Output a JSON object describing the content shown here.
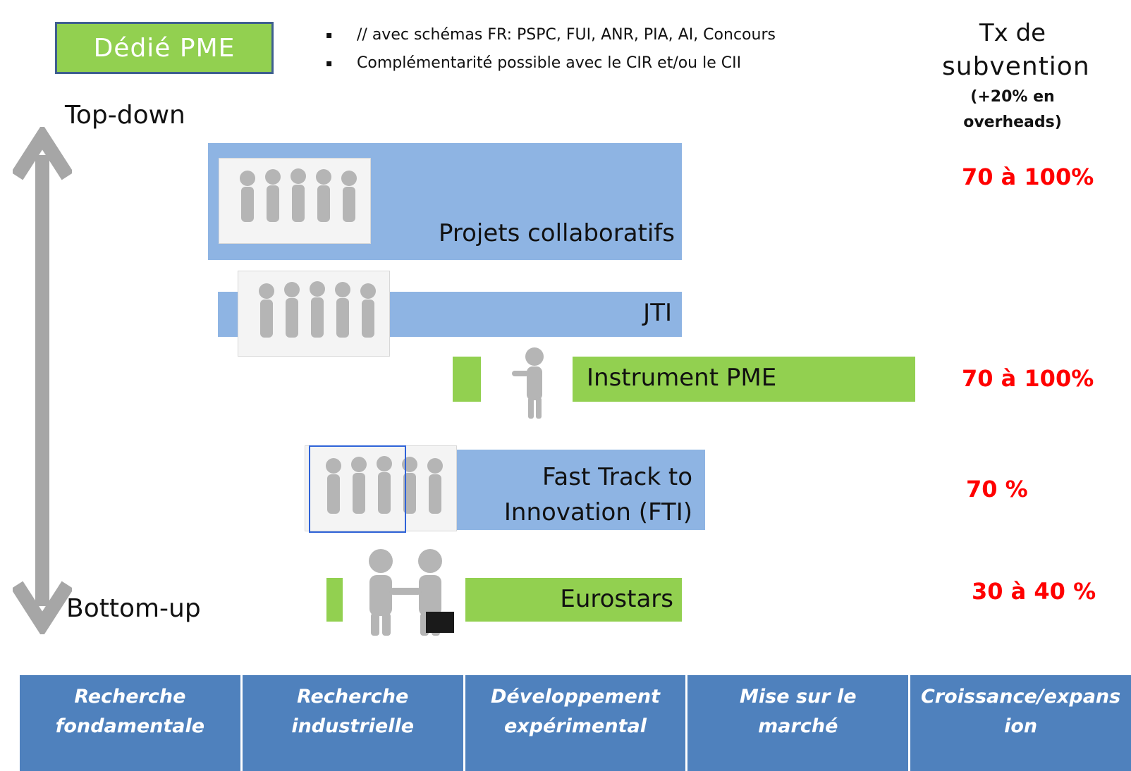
{
  "legend": {
    "label": "Dédié PME",
    "color": "#92d050"
  },
  "notes": [
    "// avec schémas FR: PSPC, FUI, ANR, PIA, AI, Concours",
    "Complémentarité  possible avec  le CIR et/ou  le CII"
  ],
  "rate_header": {
    "line1": "Tx de",
    "line2": "subvention",
    "sub1": "(+20% en",
    "sub2": "overheads)"
  },
  "axis": {
    "top_label": "Top-down",
    "bottom_label": "Bottom-up"
  },
  "instruments": [
    {
      "label": "Projets collaboratifs",
      "color": "#8eb4e3",
      "rate": "70 à 100%",
      "icon": "team-group-icon"
    },
    {
      "label": "JTI",
      "color": "#8eb4e3",
      "rate": "",
      "icon": "team-group-icon"
    },
    {
      "label": "Instrument PME",
      "color": "#92d050",
      "rate": "70 à 100%",
      "icon": "single-person-thumbs-up-icon"
    },
    {
      "label_line1": "Fast Track to",
      "label_line2": "Innovation (FTI)",
      "color": "#8eb4e3",
      "rate": "70 %",
      "icon": "team-group-icon"
    },
    {
      "label": "Eurostars",
      "color": "#92d050",
      "rate": "30 à 40 %",
      "icon": "handshake-icon"
    }
  ],
  "phases": [
    {
      "line1": "Recherche",
      "line2": "fondamentale"
    },
    {
      "line1": "Recherche",
      "line2": "industrielle"
    },
    {
      "line1": "Développement",
      "line2": "expérimental"
    },
    {
      "line1": "Mise sur le",
      "line2": "marché"
    },
    {
      "line1": "Croissance/expans",
      "line2": "ion"
    }
  ],
  "colors": {
    "phase_bg": "#4f81bd",
    "rate_text": "#ff0000",
    "axis_arrow": "#a6a6a6"
  }
}
